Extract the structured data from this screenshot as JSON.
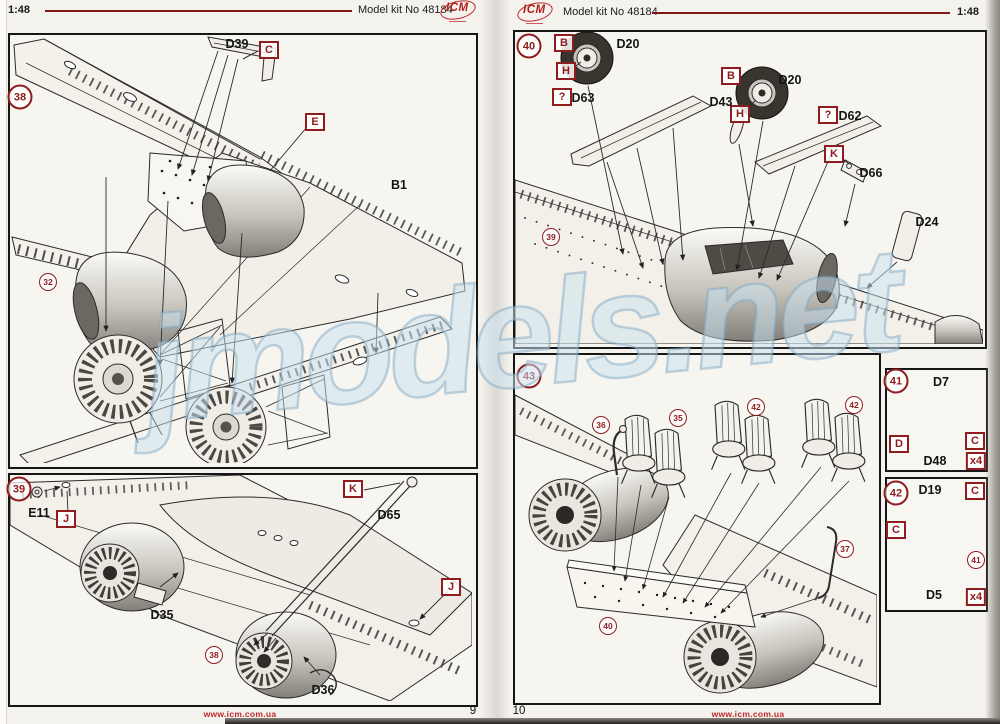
{
  "colors": {
    "accent_red": "#8f1d20",
    "header_line_red": "#7e1719",
    "url_red": "#c0272d",
    "watermark_blue": "#cbe2f0",
    "paper": "#f4f2ec"
  },
  "watermark": "jmodels.net",
  "left_page": {
    "header": {
      "scale": "1:48",
      "kit_no": "Model kit No 48184",
      "logo": "ICM"
    },
    "step38": {
      "number": "38",
      "subassembly_ref": "32",
      "parts": {
        "d39": "D39",
        "c": "C",
        "e": "E",
        "b1": "B1"
      }
    },
    "step39": {
      "number": "39",
      "subassembly_ref": "38",
      "parts": {
        "e11": "E11",
        "j_left": "J",
        "k": "K",
        "d65": "D65",
        "j_right": "J",
        "d35": "D35",
        "d36": "D36"
      }
    },
    "footer": {
      "website": "www.icm.com.ua",
      "page_number": "9"
    }
  },
  "right_page": {
    "header": {
      "logo": "ICM",
      "kit_no": "Model kit No 48184",
      "scale": "1:48"
    },
    "step40": {
      "number": "40",
      "subassembly_ref": "39",
      "parts": {
        "b_left": "B",
        "d20_left": "D20",
        "h_left": "H",
        "unknown_left": "?",
        "d63": "D63",
        "d43": "D43",
        "h_mid": "H",
        "b_right": "B",
        "d20_right": "D20",
        "unknown_right": "?",
        "d62": "D62",
        "k": "K",
        "d66": "D66",
        "d24": "D24"
      }
    },
    "step43": {
      "number": "43",
      "subassembly_refs": {
        "r36": "36",
        "r35": "35",
        "r42a": "42",
        "r42b": "42",
        "r37": "37",
        "r40": "40"
      }
    },
    "step41_inset": {
      "number": "41",
      "quantity": "x4",
      "parts": {
        "d7": "D7",
        "d": "D",
        "c": "C",
        "d48": "D48"
      }
    },
    "step42_inset": {
      "number": "42",
      "quantity": "x4",
      "subassembly_ref": "41",
      "parts": {
        "d19": "D19",
        "c_top": "C",
        "c_left": "C",
        "d5": "D5"
      }
    },
    "footer": {
      "page_number": "10",
      "website": "www.icm.com.ua"
    }
  }
}
